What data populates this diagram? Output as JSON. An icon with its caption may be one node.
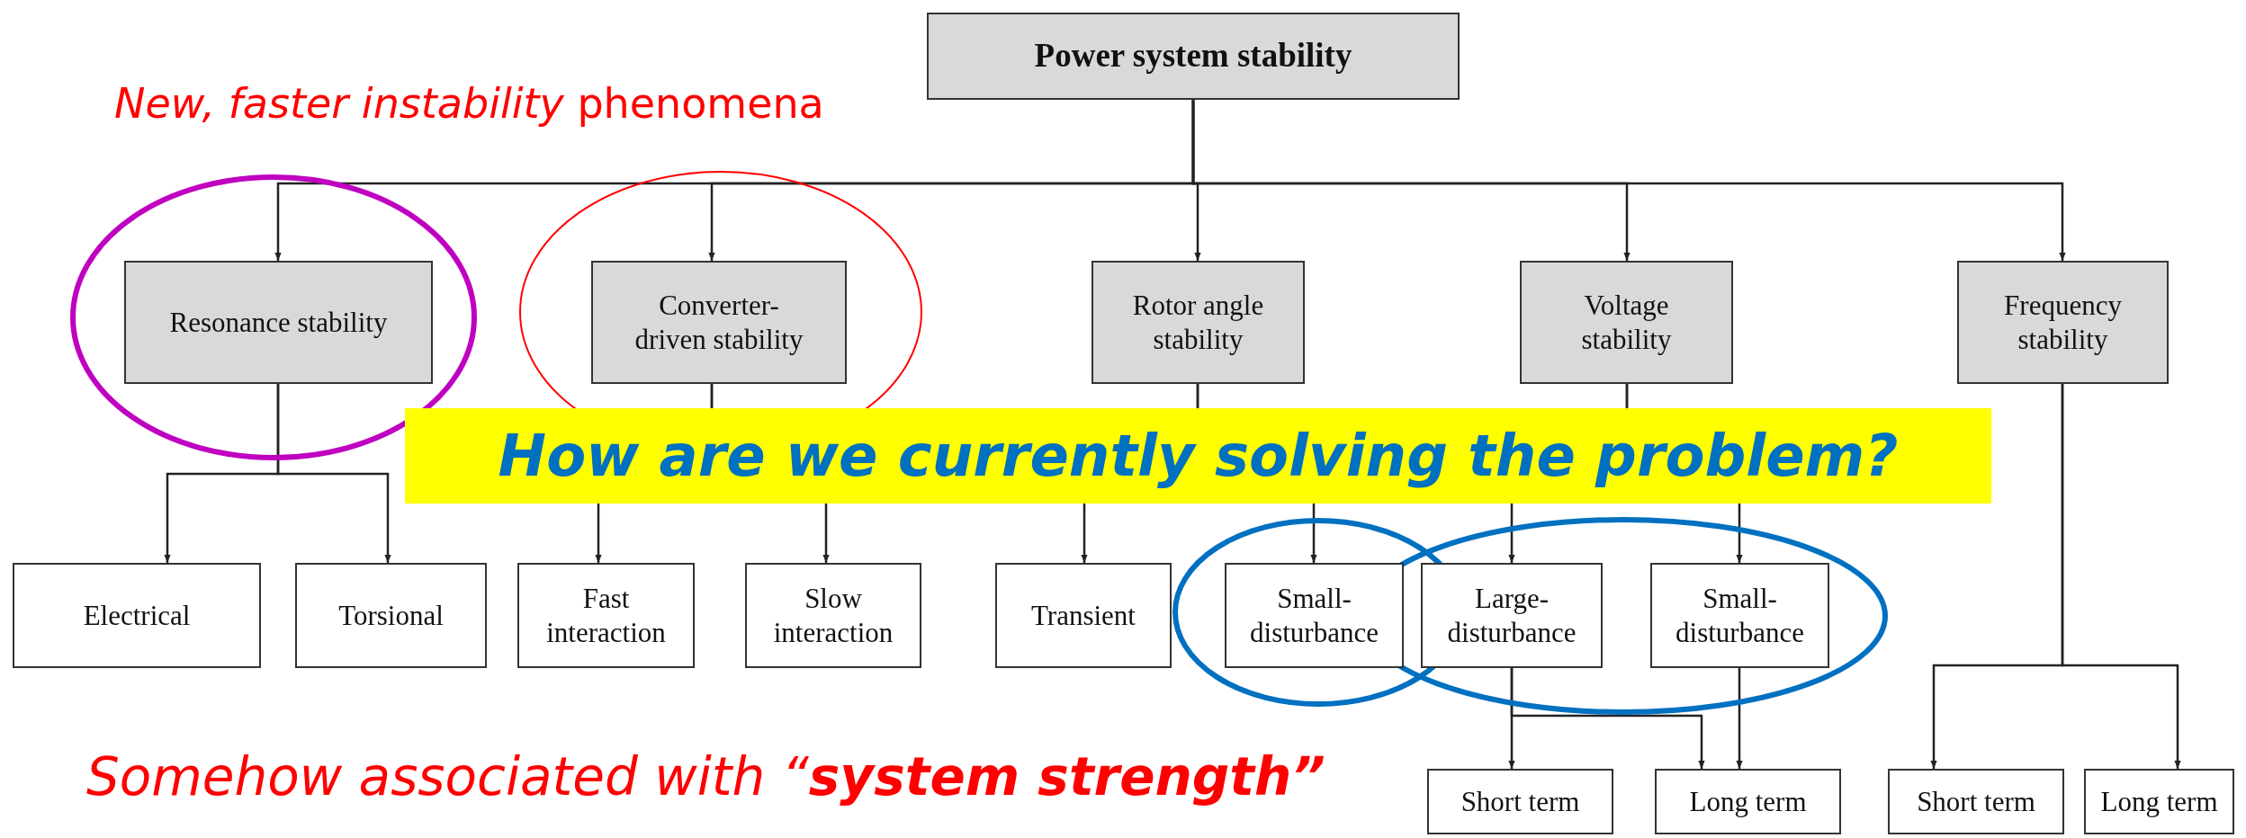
{
  "diagram": {
    "nodes": [
      {
        "text": [
          "Power system stability"
        ]
      },
      {
        "text": [
          "Resonance stability"
        ]
      },
      {
        "text": [
          "Converter-driven stability"
        ]
      },
      {
        "text": [
          "Rotor angle stability"
        ]
      },
      {
        "text": [
          "Voltage stability"
        ]
      },
      {
        "text": [
          "Frequency stability"
        ]
      },
      {
        "text": [
          "Electrical"
        ]
      },
      {
        "text": [
          "Torsional"
        ]
      },
      {
        "text": [
          "Fast interaction"
        ]
      },
      {
        "text": [
          "Slow interaction"
        ]
      },
      {
        "text": [
          "Transient"
        ]
      },
      {
        "text": [
          "Small-disturbance"
        ]
      },
      {
        "text": [
          "Large-disturbance"
        ]
      },
      {
        "text": [
          "Small-disturbance"
        ]
      },
      {
        "text": [
          "Short term"
        ]
      },
      {
        "text": [
          "Long term"
        ]
      },
      {
        "text": [
          "Short term"
        ]
      },
      {
        "text": [
          "Long term"
        ]
      }
    ],
    "edges": [
      {
        "from": 0,
        "to": 1,
        "arrow": "to"
      },
      {
        "from": 0,
        "to": 2,
        "arrow": "to"
      },
      {
        "from": 0,
        "to": 3,
        "arrow": "to"
      },
      {
        "from": 0,
        "to": 4,
        "arrow": "to"
      },
      {
        "from": 0,
        "to": 5,
        "arrow": "to"
      },
      {
        "from": 1,
        "to": 6,
        "arrow": "to"
      },
      {
        "from": 1,
        "to": 7,
        "arrow": "to"
      },
      {
        "from": 2,
        "to": 8,
        "arrow": "to"
      },
      {
        "from": 2,
        "to": 9,
        "arrow": "to"
      },
      {
        "from": 3,
        "to": 10,
        "arrow": "to"
      },
      {
        "from": 3,
        "to": 11,
        "arrow": "to"
      },
      {
        "from": 4,
        "to": 12,
        "arrow": "to"
      },
      {
        "from": 4,
        "to": 13,
        "arrow": "to"
      },
      {
        "from": 12,
        "to": 14,
        "arrow": "to"
      },
      {
        "from": 12,
        "to": 15,
        "arrow": "to"
      },
      {
        "from": 13,
        "to": 15,
        "arrow": "to"
      },
      {
        "from": 5,
        "to": 16,
        "arrow": "to"
      },
      {
        "from": 5,
        "to": 17,
        "arrow": "to"
      }
    ],
    "labels": [
      "*New, faster instability* phenomena",
      "How are we currently solving the problem?",
      "Somehow associated with “**system strength”**"
    ]
  }
}
